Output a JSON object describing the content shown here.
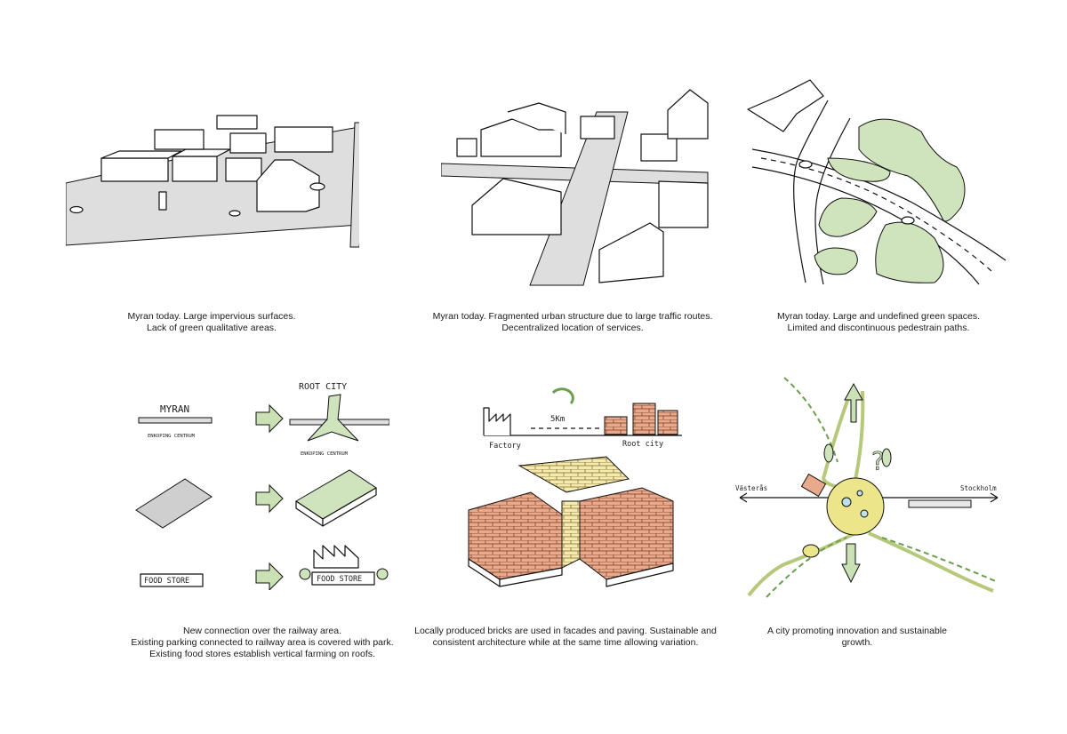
{
  "captions": {
    "c1": [
      "Myran today. Large impervious surfaces.",
      "Lack of green qualitative areas."
    ],
    "c2": [
      "Myran today. Fragmented urban structure due to large traffic routes.",
      "Decentralized location of services."
    ],
    "c3": [
      "Myran today. Large and undefined green spaces.",
      "Limited and discontinuous pedestrain paths."
    ],
    "c4": [
      "New connection over the railway area.",
      "Existing parking connected to railway area is covered with park.",
      "Existing food stores establish vertical farming on roofs."
    ],
    "c5": [
      "Locally produced bricks are used in facades and paving. Sustainable and",
      "consistent architecture while at the same time allowing variation."
    ],
    "c6": [
      "A city promoting innovation and sustainable",
      "growth."
    ]
  },
  "sketch_labels": {
    "myran": "MYRAN",
    "enkoping_left": "ENKOPING CENTRUM",
    "root_city": "ROOT CITY",
    "enkoping_right": "ENKOPING CENTRUM",
    "food_store_left": "FOOD STORE",
    "food_store_right": "FOOD STORE",
    "factory": "Factory",
    "distance": "5Km",
    "root_city_small": "Root city",
    "vasteras": "Västerås",
    "stockholm": "Stockholm"
  },
  "colors": {
    "green": "#cfe4bd",
    "road_grey": "#dedede",
    "brick_red": "#e8a98c",
    "brick_yellow": "#f6eab0",
    "arrow_green": "#c9e1b4"
  }
}
